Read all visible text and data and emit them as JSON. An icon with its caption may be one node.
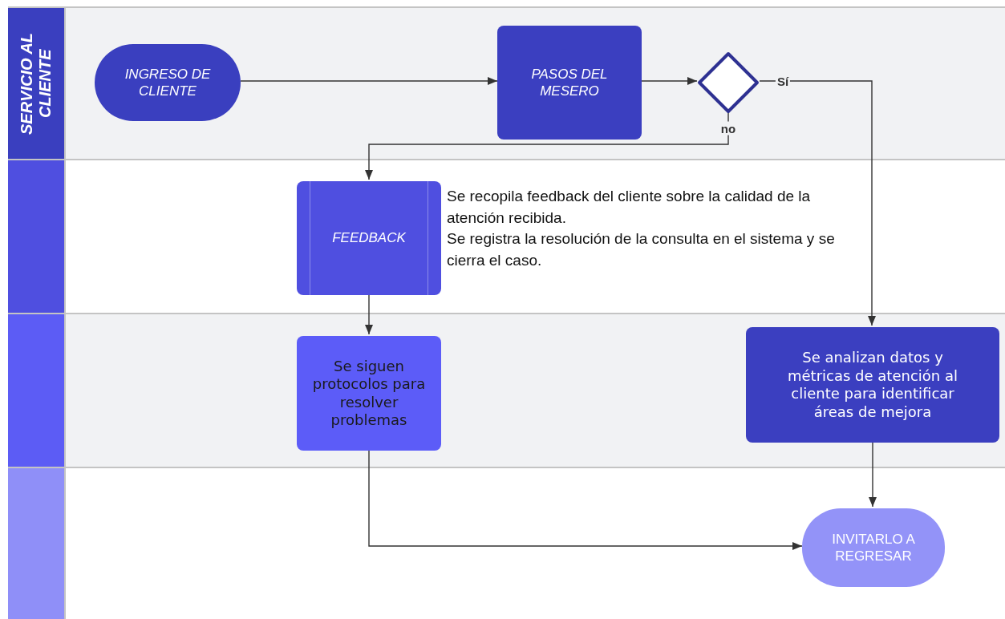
{
  "diagram": {
    "nodes": [
      {
        "text": [
          "SERVICIO AL CLIENTE"
        ]
      },
      {
        "text": [
          "INGRESO DE CLIENTE"
        ],
        "in": 0
      },
      {
        "text": [
          "PASOS DEL MESERO"
        ],
        "in": 0
      },
      {
        "text": [],
        "shape": "diamond",
        "in": 0
      },
      {
        "text": [],
        "shape": "band"
      },
      {
        "text": [
          "FEEDBACK"
        ],
        "in": 4,
        "beside": [
          "Se recopila feedback del cliente sobre la calidad de la atención recibida.",
          "Se registra la resolución de la consulta en el sistema y se cierra el caso."
        ]
      },
      {
        "text": [],
        "shape": "band"
      },
      {
        "text": [
          "Se siguen protocolos para resolver problemas"
        ],
        "in": 6
      },
      {
        "text": [
          "Se analizan datos y métricas de atención al cliente para identificar áreas de mejora"
        ],
        "in": 6
      },
      {
        "text": [],
        "shape": "band"
      },
      {
        "text": [
          "INVITARLO A REGRESAR"
        ],
        "in": 9
      }
    ],
    "edges": [
      {
        "from": 1,
        "to": 2,
        "arrow": "to"
      },
      {
        "from": 2,
        "to": 3,
        "arrow": "to"
      },
      {
        "from": 3,
        "to": 8,
        "arrow": "to",
        "label": "Sí"
      },
      {
        "from": 3,
        "to": 5,
        "arrow": "to",
        "label": "no"
      },
      {
        "from": 5,
        "to": 7,
        "arrow": "to"
      },
      {
        "from": 7,
        "to": 10,
        "arrow": "to"
      },
      {
        "from": 8,
        "to": 10,
        "arrow": "to"
      }
    ]
  }
}
